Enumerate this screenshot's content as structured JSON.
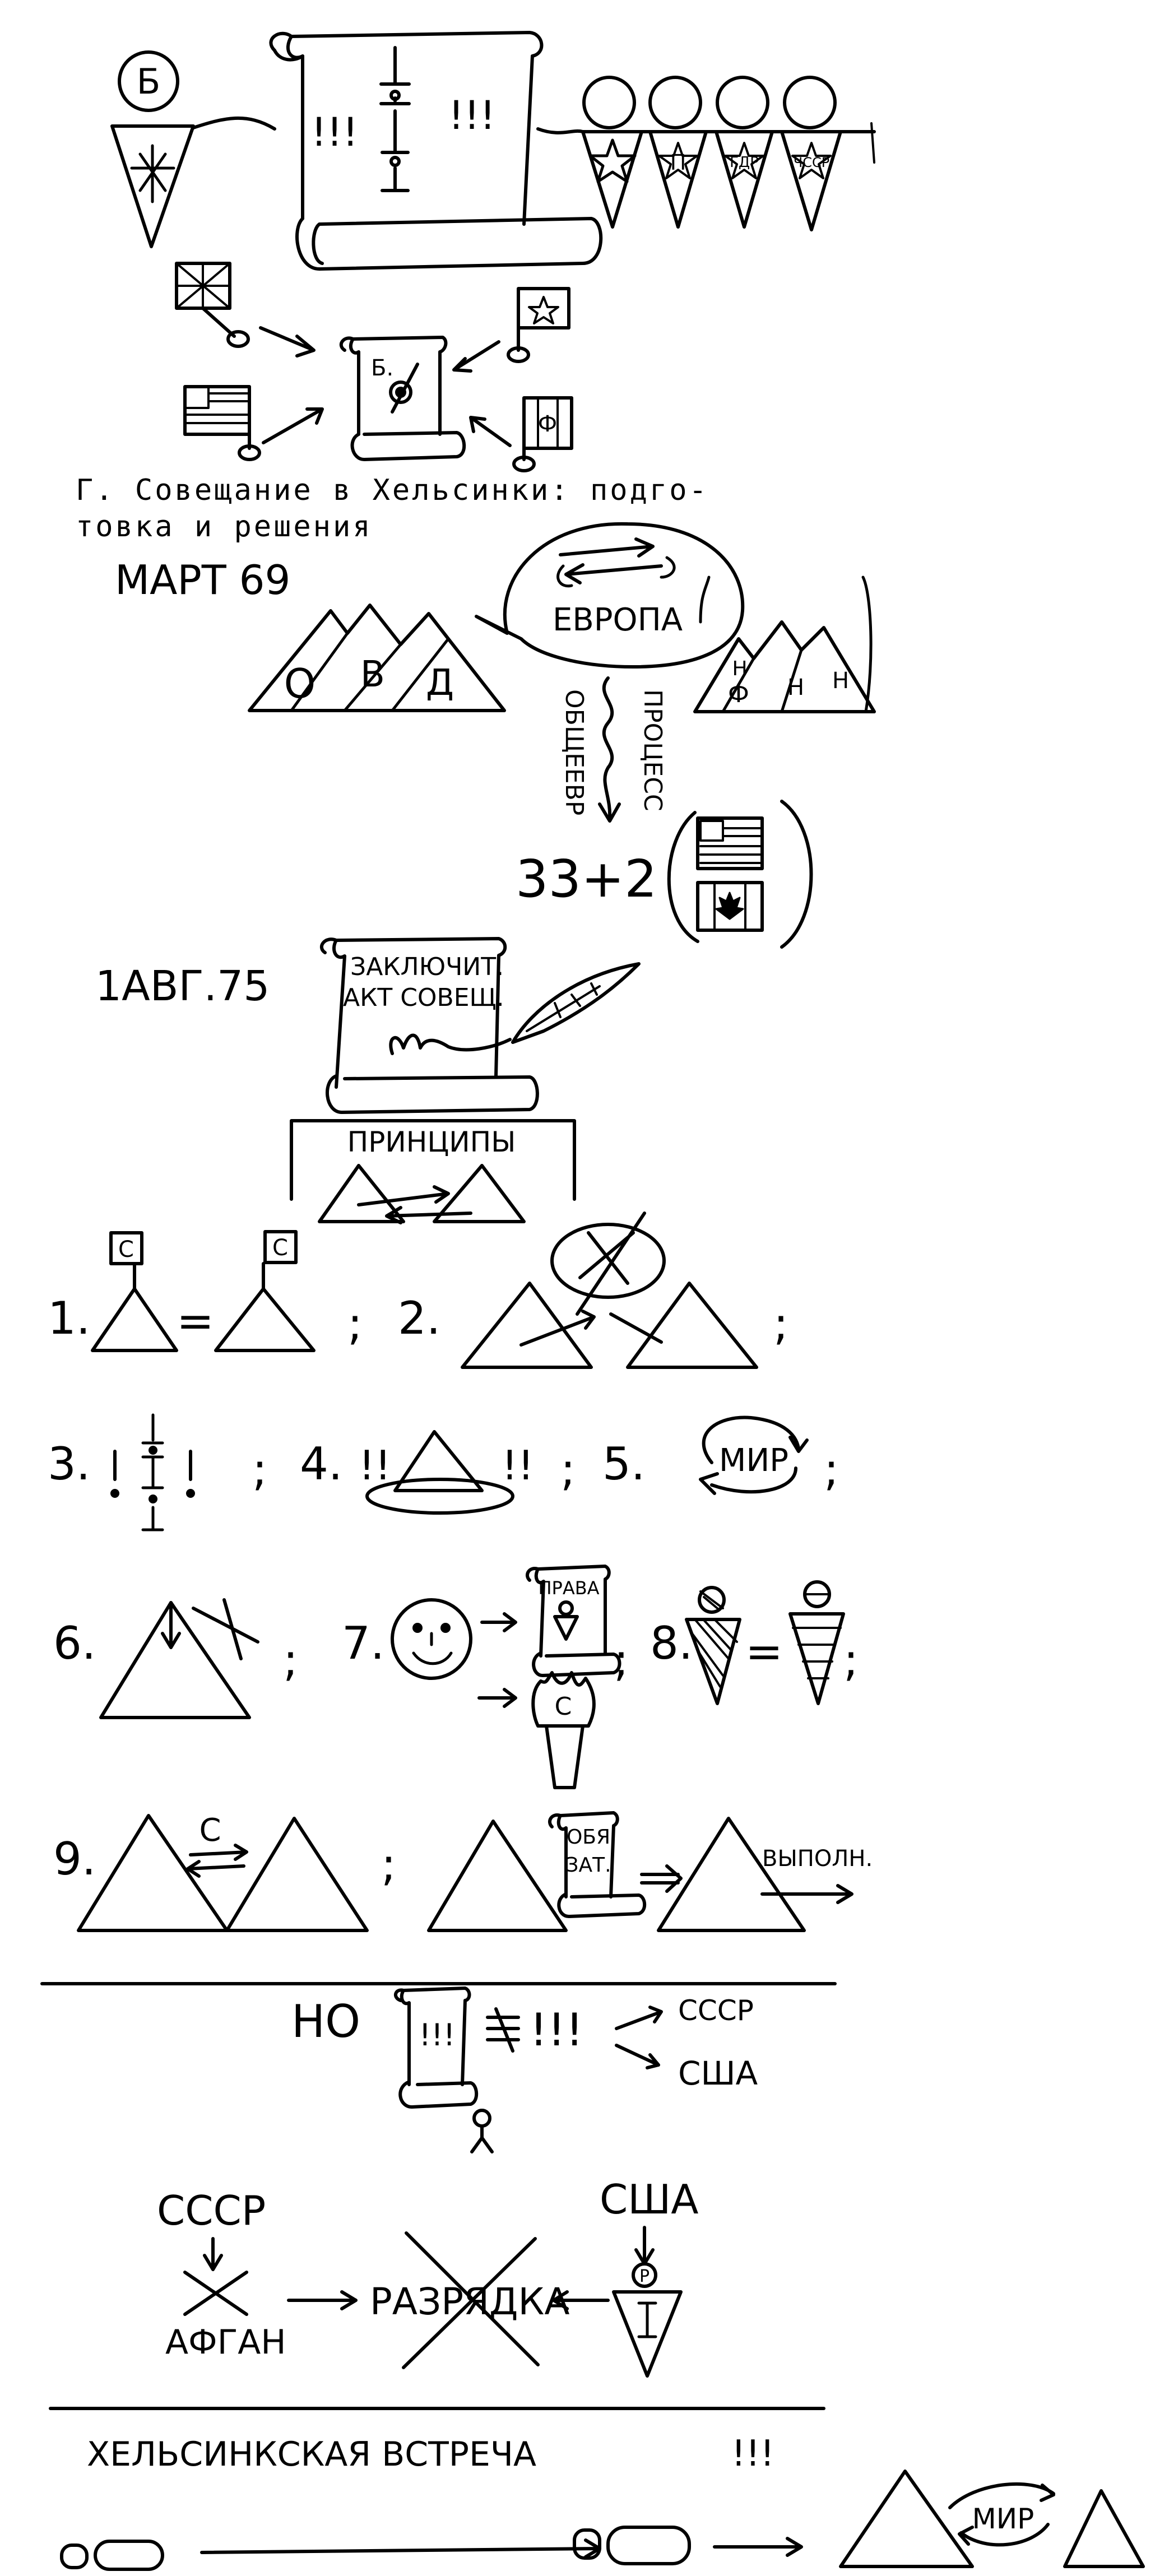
{
  "top": {
    "left_pennant": "Б",
    "scroll_marks": "!!!",
    "pennants": [
      "П",
      "ГДР",
      "ЧССР"
    ],
    "mini_scroll": "Б.",
    "flag_f": "Ф"
  },
  "caption": {
    "line1": "Г. Совещание в Хельсинки: подго-",
    "line2": "товка и решения"
  },
  "march": {
    "date": "МАРТ 69",
    "ovd": [
      "О",
      "В",
      "Д"
    ],
    "bubble": "ЕВРОПА",
    "nn": [
      "Н",
      "Ф",
      "Н",
      "Н"
    ],
    "left_word": "ОБЩЕЕВР",
    "right_word": "ПРОЦЕСС",
    "count": "33+2"
  },
  "aug": {
    "date": "1АВГ.75",
    "scroll_l1": "ЗАКЛЮЧИТ.",
    "scroll_l2": "АКТ СОВЕЩ.",
    "principles": "ПРИНЦИПЫ"
  },
  "principles_list": {
    "n1": "1.",
    "flag": "С",
    "eq": "=",
    "sep": ";",
    "n2": "2.",
    "n3": "3.",
    "n4": "4.",
    "excl2": "!!",
    "n5": "5.",
    "mir": "МИР",
    "n6": "6.",
    "n7": "7.",
    "prava": "ПРАВА",
    "torch": "С",
    "n8": "8.",
    "n9": "9.",
    "arrow_c": "С",
    "obyaz_l1": "ОБЯ",
    "obyaz_l2": "ЗАТ.",
    "vypoln": "ВЫПОЛН."
  },
  "but": {
    "no": "НО",
    "excl": "!!!",
    "ussr": "СССР",
    "usa": "США"
  },
  "afghan": {
    "ussr": "СССР",
    "afgan": "АФГАН",
    "detente": "РАЗРЯДКА",
    "usa": "США",
    "pennant": "Р"
  },
  "meeting": {
    "title": "ХЕЛЬСИНКСКАЯ ВСТРЕЧА",
    "excl": "!!!",
    "mir": "МИР"
  }
}
